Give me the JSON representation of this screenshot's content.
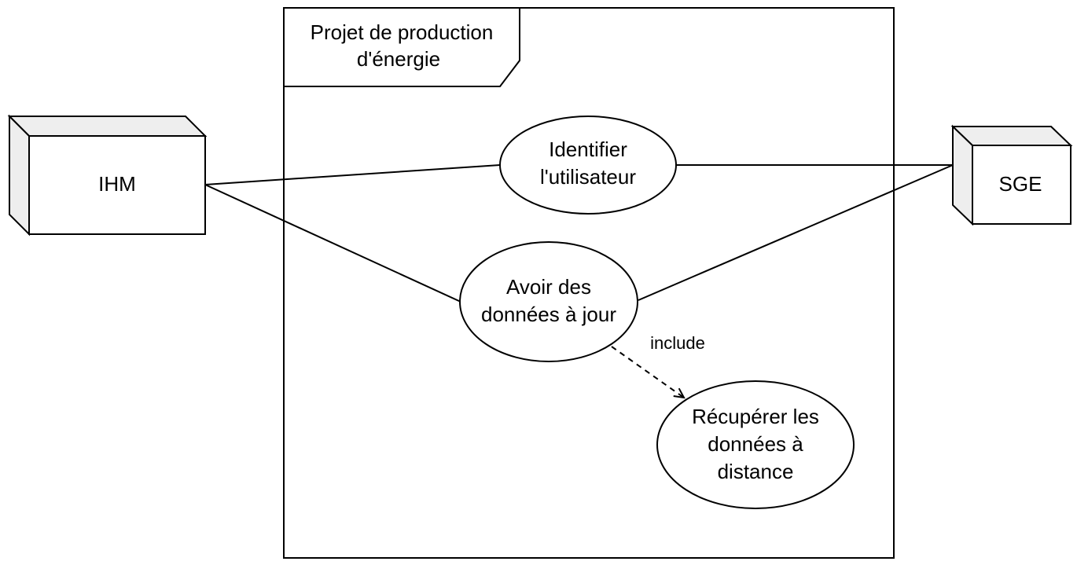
{
  "system": {
    "title_line1": "Projet de production",
    "title_line2": "d'énergie"
  },
  "actors": {
    "ihm": {
      "label": "IHM"
    },
    "sge": {
      "label": "SGE"
    }
  },
  "use_cases": {
    "identifier": {
      "line1": "Identifier",
      "line2": "l'utilisateur"
    },
    "avoir": {
      "line1": "Avoir des",
      "line2": "données à jour"
    },
    "recuperer": {
      "line1": "Récupérer les",
      "line2": "données à",
      "line3": "distance"
    }
  },
  "relations": {
    "include_label": "include"
  },
  "colors": {
    "stroke": "#000000",
    "fill": "#ffffff",
    "actor_side": "#eeeeee"
  }
}
